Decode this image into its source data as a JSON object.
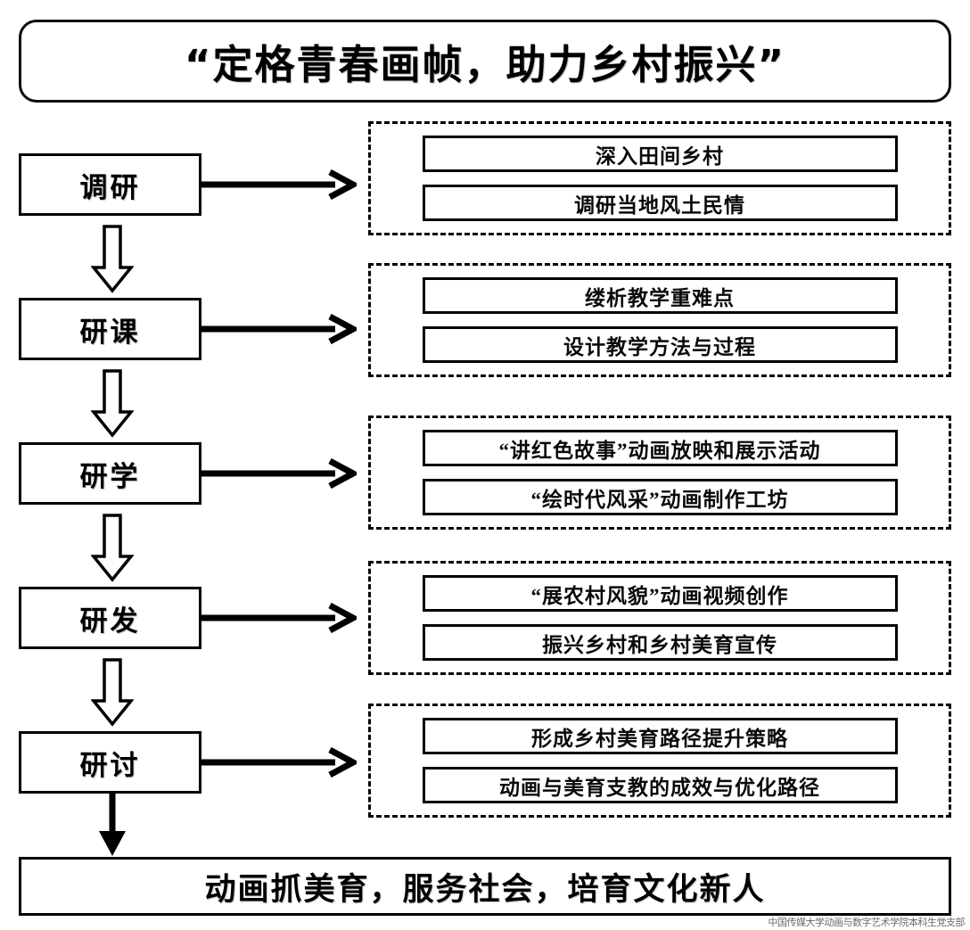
{
  "title": {
    "text": "“定格青春画帧，助力乡村振兴”"
  },
  "colors": {
    "stroke": "#000000",
    "background": "#ffffff",
    "text": "#000000"
  },
  "stages": [
    {
      "label": "调研",
      "items": [
        "深入田间乡村",
        "调研当地风土民情"
      ]
    },
    {
      "label": "研课",
      "items": [
        "缕析教学重难点",
        "设计教学方法与过程"
      ]
    },
    {
      "label": "研学",
      "items": [
        "“讲红色故事”动画放映和展示活动",
        "“绘时代风采”动画制作工坊"
      ]
    },
    {
      "label": "研发",
      "items": [
        "“展农村风貌”动画视频创作",
        "振兴乡村和乡村美育宣传"
      ]
    },
    {
      "label": "研讨",
      "items": [
        "形成乡村美育路径提升策略",
        "动画与美育支教的成效与优化路径"
      ]
    }
  ],
  "conclusion": {
    "text": "动画抓美育，服务社会，培育文化新人"
  },
  "watermark": {
    "text": "中国传媒大学动画与数字艺术学院本科生党支部"
  },
  "icons": {
    "down_block_arrow": "hollow-down-arrow-icon",
    "right_arrow": "right-arrow-icon",
    "final_arrow": "solid-down-arrow-icon"
  }
}
